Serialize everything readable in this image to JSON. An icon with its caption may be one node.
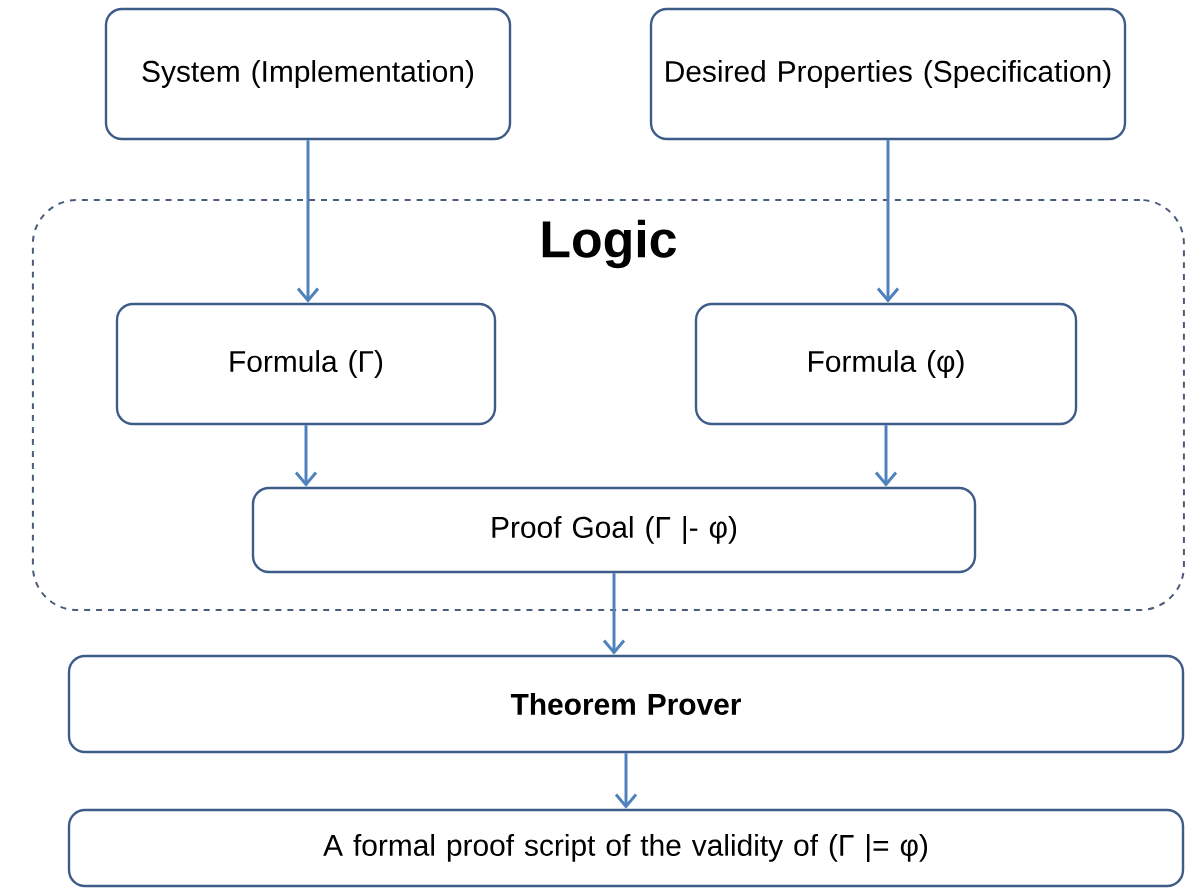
{
  "diagram": {
    "nodes": [
      {
        "text": [
          "System (Implementation)"
        ]
      },
      {
        "text": [
          "Desired Properties (Specification)"
        ]
      },
      {
        "text": [
          "Logic"
        ]
      },
      {
        "text": [
          "Formula (Γ)"
        ],
        "in": 2
      },
      {
        "text": [
          "Formula (φ)"
        ],
        "in": 2
      },
      {
        "text": [
          "Proof Goal (Γ |- φ)"
        ],
        "in": 2
      },
      {
        "text": [
          "**Theorem Prover**"
        ]
      },
      {
        "text": [
          "A formal proof script of the validity of (Γ |=  φ)"
        ]
      }
    ],
    "edges": [
      {
        "from": 0,
        "to": 3,
        "arrow": "to"
      },
      {
        "from": 1,
        "to": 4,
        "arrow": "to"
      },
      {
        "from": 3,
        "to": 5,
        "arrow": "to"
      },
      {
        "from": 4,
        "to": 5,
        "arrow": "to"
      },
      {
        "from": 5,
        "to": 6,
        "arrow": "to"
      },
      {
        "from": 6,
        "to": 7,
        "arrow": "to"
      }
    ]
  }
}
